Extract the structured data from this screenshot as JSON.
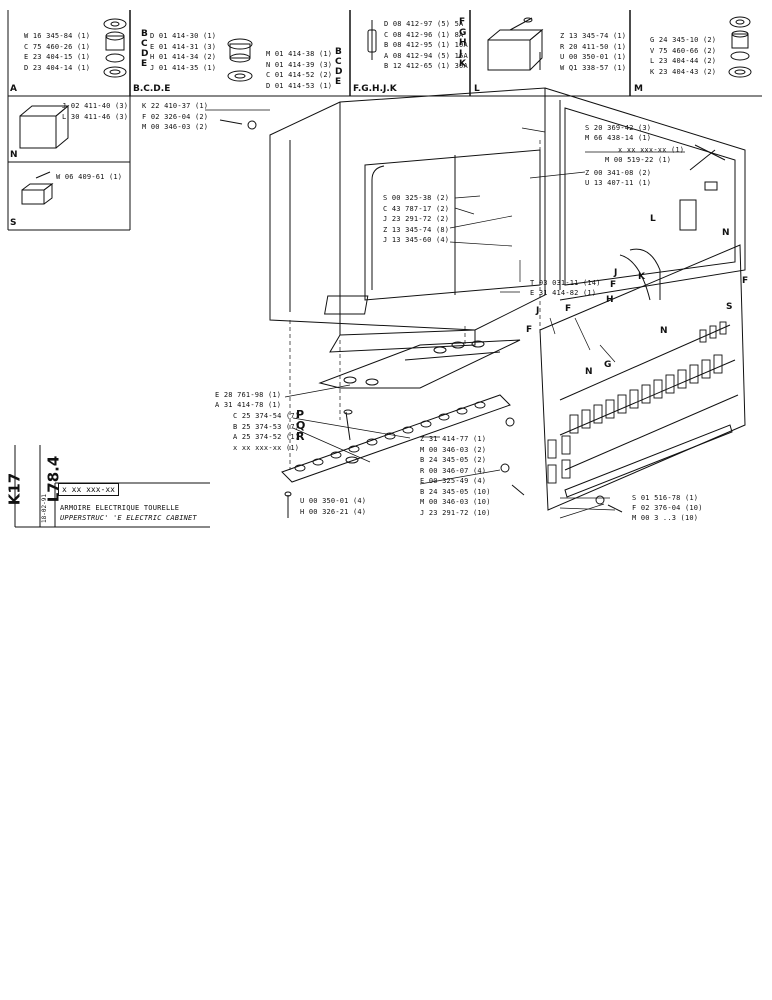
{
  "panels": {
    "A": {
      "label": "A",
      "parts": [
        "W 16 345-84 (1)",
        "C 75 460-26 (1)",
        "E 23 404-15 (1)",
        "D 23 404-14 (1)"
      ]
    },
    "BCDE": {
      "label": "B.C.D.E",
      "parts_left": [
        "D 01 414-30 (1)",
        "E 01 414-31 (3)",
        "H 01 414-34 (2)",
        "J 01 414-35 (1)"
      ],
      "letters_left": [
        "B",
        "C",
        "D",
        "E"
      ],
      "parts_right": [
        "M 01 414-38 (1)",
        "N 01 414-39 (3)",
        "C 01 414-52 (2)",
        "D 01 414-53 (1)"
      ],
      "letters_right": [
        "B",
        "C",
        "D",
        "E"
      ]
    },
    "FGHJK": {
      "label": "F.G.H.J.K",
      "parts": [
        "D 08 412-97 (5) 5A",
        "C 08 412-96 (1) 8A",
        "B 08 412-95 (1) 10A",
        "A 08 412-94 (5) 16A",
        "B 12 412-65 (1) 30A"
      ],
      "letters": [
        "F",
        "G",
        "H",
        "J",
        "K"
      ]
    },
    "L": {
      "label": "L",
      "parts": [
        "Z 13 345-74 (1)",
        "R 20 411-50 (1)",
        "U 00 350-01 (1)",
        "W Q1 338-57 (1)"
      ]
    },
    "M": {
      "label": "M",
      "parts": [
        "G 24 345-10 (2)",
        "V 75 460-66 (2)",
        "L 23 404-44 (2)",
        "K 23 404-43 (2)"
      ]
    },
    "N": {
      "label": "N",
      "parts": [
        "J 02 411-40 (3)",
        "L 30 411-46 (3)"
      ]
    },
    "S": {
      "label": "S",
      "parts": [
        "W 06 409-61 (1)"
      ]
    }
  },
  "callouts": {
    "cabinet_top_left": [
      "K 22 410-37 (1)",
      "F 02 326-04 (2)",
      "M 00 346-03 (2)"
    ],
    "cabinet_right": [
      "S 20 369-42 (3)",
      "M 66 438-14 (1)",
      "x xx xxx-xx (1)",
      "M 00 519-22 (1)",
      "Z 00 341-08 (2)",
      "U 13 407-11 (1)"
    ],
    "cabinet_mid": [
      "S 00 325-38 (2)",
      "C 43 787-17 (2)",
      "J 23 291-72 (2)",
      "Z 13 345-74 (8)",
      "J 13 345-60 (4)"
    ],
    "board_top": [
      "T 03 031-11 (14)",
      "E 31 414-82 (1)"
    ],
    "plate": [
      "E 28 761-98 (1)",
      "A 31 414-78 (1)"
    ],
    "strip": [
      "C 25 374-54 (7)",
      "B 25 374-53 (7)",
      "A 25 374-52 (1)",
      "x xx xxx-xx (1)"
    ],
    "strip_letters": [
      "P",
      "Q",
      "R"
    ],
    "strip_bottom": [
      "U 00 350-01 (4)",
      "H 00 326-21 (4)"
    ],
    "center_list": [
      "Z 31 414-77 (1)",
      "M 00 346-03 (2)",
      "B 24 345-05 (2)",
      "R 00 346-07 (4)",
      "E 00 325-49 (4)",
      "B 24 345-05 (10)",
      "M 00 346-03 (10)",
      "J 23 291-72 (10)"
    ],
    "board_bottom": [
      "S 01 516-78 (1)",
      "F 02 376-04 (10)",
      "M 00 3  ..3 (10)"
    ]
  },
  "title_block": {
    "vertical_code_1": "K17",
    "vertical_code_2": "L78.4",
    "part_number": "x xx xxx-xx",
    "title_fr": "ARMOIRE ELECTRIQUE TOURELLE",
    "title_en": "UPPERSTRUC' 'E ELECTRIC CABINET",
    "date": "18-02-91"
  }
}
